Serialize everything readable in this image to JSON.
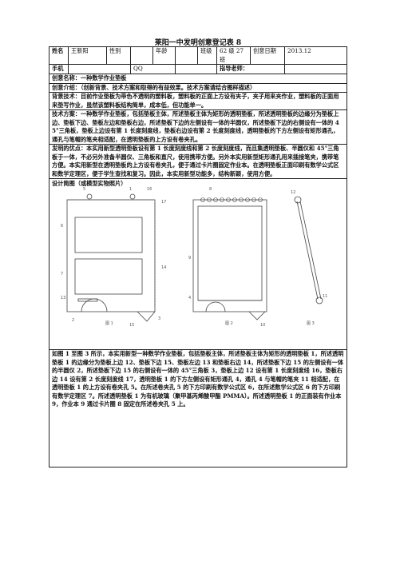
{
  "doc": {
    "title": "莱阳一中发明创意登记表 8",
    "row1": {
      "name_label": "姓名",
      "name_value": "王新阳",
      "gender_label": "性别",
      "gender_value": "",
      "age_label": "年龄",
      "age_value": "",
      "class_label": "班级",
      "class_value": "62 级 27 班",
      "date_label": "创意日期",
      "date_value": "2013.12"
    },
    "row2": {
      "phone_label": "手机",
      "phone_value": "",
      "qq_label": "QQ",
      "qq_value": "",
      "teacher_label": "指导老师：",
      "teacher_value": ""
    },
    "idea_name": "创意名称：一种数学作业垫板",
    "intro": "创意介绍：（创新背景、技术方案和取得的有益效果。技术方案请结合图样描述）",
    "background": "背景技术：目前作业垫板为带色不透明的塑料板，塑料板的正面上方设有夹子，夹子用来夹作业，塑料板的正面用来垫写作业，虽然该塑料板结构简单，成本低，但功能单一。",
    "solution": "技术方案：一种数学作业垫板，包括垫板主体，所述垫板主体为矩形的透明垫板，所述透明垫板的边缘分为垫板上边、垫板下边、垫板左边和垫板右边，所述垫板下边的左侧设有一体的半圆仪，所述垫板下边的右侧设有一体的 45°三角板，垫板上边设有第 1 长度刻度线，垫板右边设有第 2 长度刻度线，透明垫板的下方左侧设有矩形通孔，通孔与笔帽的笔夹相适配，在透明垫板的上方设有卷夹孔。",
    "advantage": "发明的优点：本实用新型透明垫板设有第 1 长度刻度线和第 2 长度刻度线，而且集透明垫板、半圆仪和 45°三角板于一体，不必另外准备半圆仪、三角板和直尺，使用携带方便。另外本实用新型矩形通孔用来插接笔夹，携带笔方便。本实用新型在透明垫板的上方设有卷夹孔，便于通过卡片圈固定作业本。在透明垫板正面印刷有数学公式区和数学定理区，便于学生查找和复习。因此，本实用新型功能多，结构新颖，使用方便。",
    "design_caption": "设计简图（或模型实物照片）",
    "figure": {
      "fig1_caption": "图 1",
      "fig2_caption": "图 2",
      "fig3_caption": "图 3",
      "labels": [
        "5",
        "1",
        "6",
        "7",
        "2",
        "16",
        "14",
        "13",
        "15",
        "17",
        "3",
        "4",
        "8",
        "9",
        "10",
        "11",
        "12"
      ]
    },
    "description": "如图 1 至图 3 所示，本实用新型一种数学作业垫板，包括垫板主体，所述垫板主体为矩形的透明垫板 1，所述透明垫板 1 的边缘分为垫板上边 12、垫板下边 15、垫板左边 13 和垫板右边 14，所述垫板下边 15 的左侧设有一体的半圆仪 2，所述垫板下边 15 的右侧设有一体的 45°三角板 3，垫板上边 12 设有第 1 长度刻度线 16，垫板右边 14 设有第 2 长度刻度线 17，透明垫板 1 的下方左侧设有矩形通孔 4，通孔 4 与笔帽的笔夹 11 相适配，在透明垫板 1 的上方设有卷夹孔 5。在所述卷夹孔 5 的下方印刷有数学公式区 6，在所述数学公式区 6 的下方印刷有数学定理区 7。所述透明垫板 1 为有机玻璃（聚甲基丙烯酸甲酯 PMMA）。所述透明垫板 1 的正面装有作业本 9，作业本 9 通过卡片圈 8 固定在所述卷夹孔 5 上。"
  }
}
